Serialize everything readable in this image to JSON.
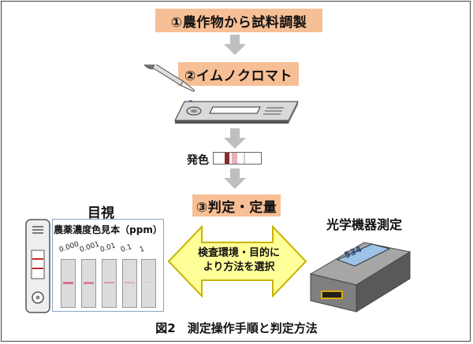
{
  "steps": {
    "step1": "①農作物から試料調製",
    "step2": "②イムノクロマト",
    "step3": "③判定・定量"
  },
  "color_development_label": "発色",
  "visual": {
    "title": "目視",
    "swatch_title": "農薬濃度色見本（ppm）",
    "concentrations": [
      "0.000",
      "0.001",
      "0.01",
      "0.1",
      "1"
    ]
  },
  "selection_text": {
    "line1": "検査環境・目的に",
    "line2": "より方法を選択"
  },
  "instrument": {
    "title": "光学機器測定",
    "display_value": "534"
  },
  "caption": "図2　測定操作手順と判定方法",
  "colors": {
    "step_box": "#f7bf95",
    "arrow_fill": "#ffff99",
    "arrow_stroke": "#c8b400",
    "test_band": "#d7718b",
    "device_body": "#7f7f7f",
    "device_screen": "#9dc3e6"
  }
}
